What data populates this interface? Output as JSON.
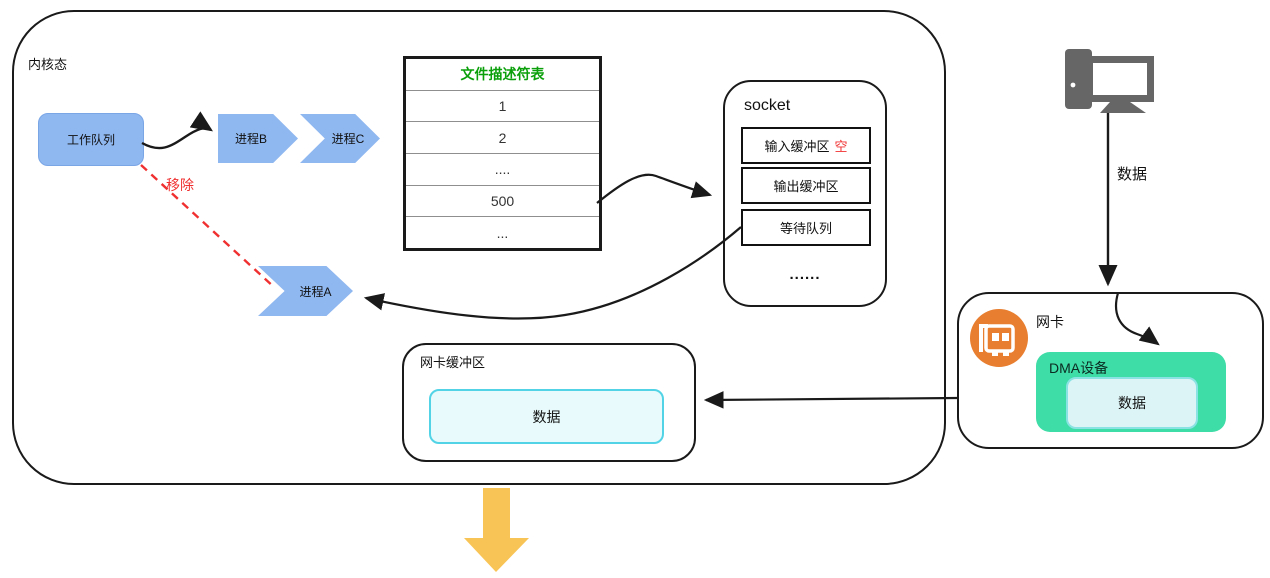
{
  "kernel": {
    "label": "内核态"
  },
  "flow": {
    "work_queue_label": "工作队列",
    "process_b_label": "进程B",
    "process_c_label": "进程C",
    "process_a_label": "进程A",
    "remove_label": "移除"
  },
  "fd_table": {
    "title": "文件描述符表",
    "rows": [
      "1",
      "2",
      "....",
      "500",
      "..."
    ]
  },
  "socket": {
    "title": "socket",
    "buffers": [
      {
        "label": "输入缓冲区",
        "badge": "空"
      },
      {
        "label": "输出缓冲区",
        "badge": ""
      },
      {
        "label": "等待队列",
        "badge": ""
      }
    ],
    "ellipsis": "......"
  },
  "nic_buffer": {
    "title": "网卡缓冲区",
    "data_label": "数据"
  },
  "nic": {
    "title": "网卡",
    "dma_title": "DMA设备",
    "data_label": "数据",
    "icon": "nic-card-icon"
  },
  "host": {
    "icon": "computer-icon",
    "data_flow_label": "数据"
  },
  "icons": {
    "bottom": "down-arrow-icon"
  },
  "colors": {
    "process_blue": "#8FB7F0",
    "remove_red": "#F03030",
    "table_title_green": "#0BA00B",
    "empty_red": "#F03030",
    "nic_icon_orange": "#E87E2F",
    "dma_green": "#3EDCA6",
    "dma_data_bg": "#DCF4F6",
    "nic_buffer_data_bg": "#E8FAFB",
    "nic_buffer_data_border": "#52D4E6",
    "down_arrow_yellow": "#F8C455",
    "line_black": "#1A1A1A"
  }
}
